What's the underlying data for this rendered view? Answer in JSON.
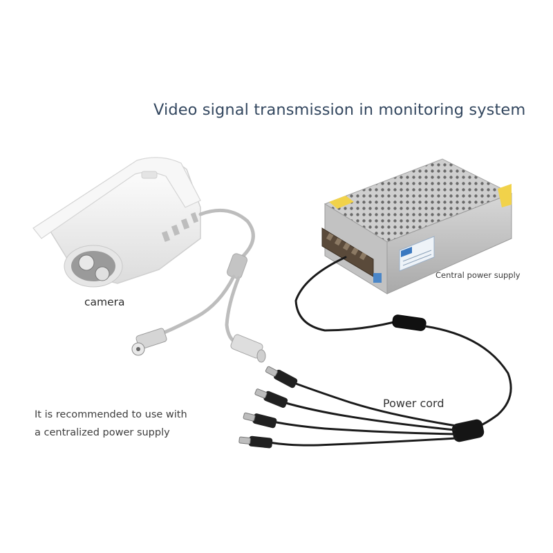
{
  "title": "Video signal transmission in monitoring system",
  "labels": {
    "camera": "camera",
    "power_supply": "Central power supply",
    "power_cord": "Power cord",
    "recommendation_line1": "It is recommended to use with",
    "recommendation_line2": "a centralized power supply"
  },
  "colors": {
    "title": "#33475f",
    "camera_body": "#f2f2f2",
    "camera_cable": "#bdbdbd",
    "psu_body": "#c9c9c9",
    "psu_label_tape": "#f1d24a",
    "power_cable": "#1a1a1a"
  },
  "icons": {
    "camera": "bullet-camera-illustration",
    "power_supply": "switching-power-supply-illustration",
    "power_cord": "one-to-four-dc-splitter-cable-illustration"
  }
}
